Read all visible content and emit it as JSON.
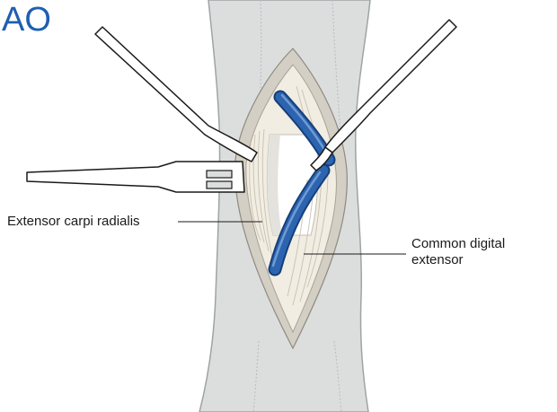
{
  "labels": {
    "extensor_carpi_radialis": "Extensor carpi radialis",
    "common_digital_extensor_line1": "Common digital",
    "common_digital_extensor_line2": "extensor"
  },
  "logo": {
    "text": "AO"
  },
  "colors": {
    "skin": "#dcdede",
    "skin_edge": "#9ea3a6",
    "wound_edge": "#d4cfc4",
    "tissue": "#f1ede2",
    "tissue_fiber": "#c8c1b0",
    "vessel_dark": "#153f7a",
    "vessel": "#2c64b0",
    "vessel_light": "#6f9ad4",
    "instrument": "#ffffff",
    "outline": "#1a1a1a",
    "logo": "#1f5fb0"
  }
}
